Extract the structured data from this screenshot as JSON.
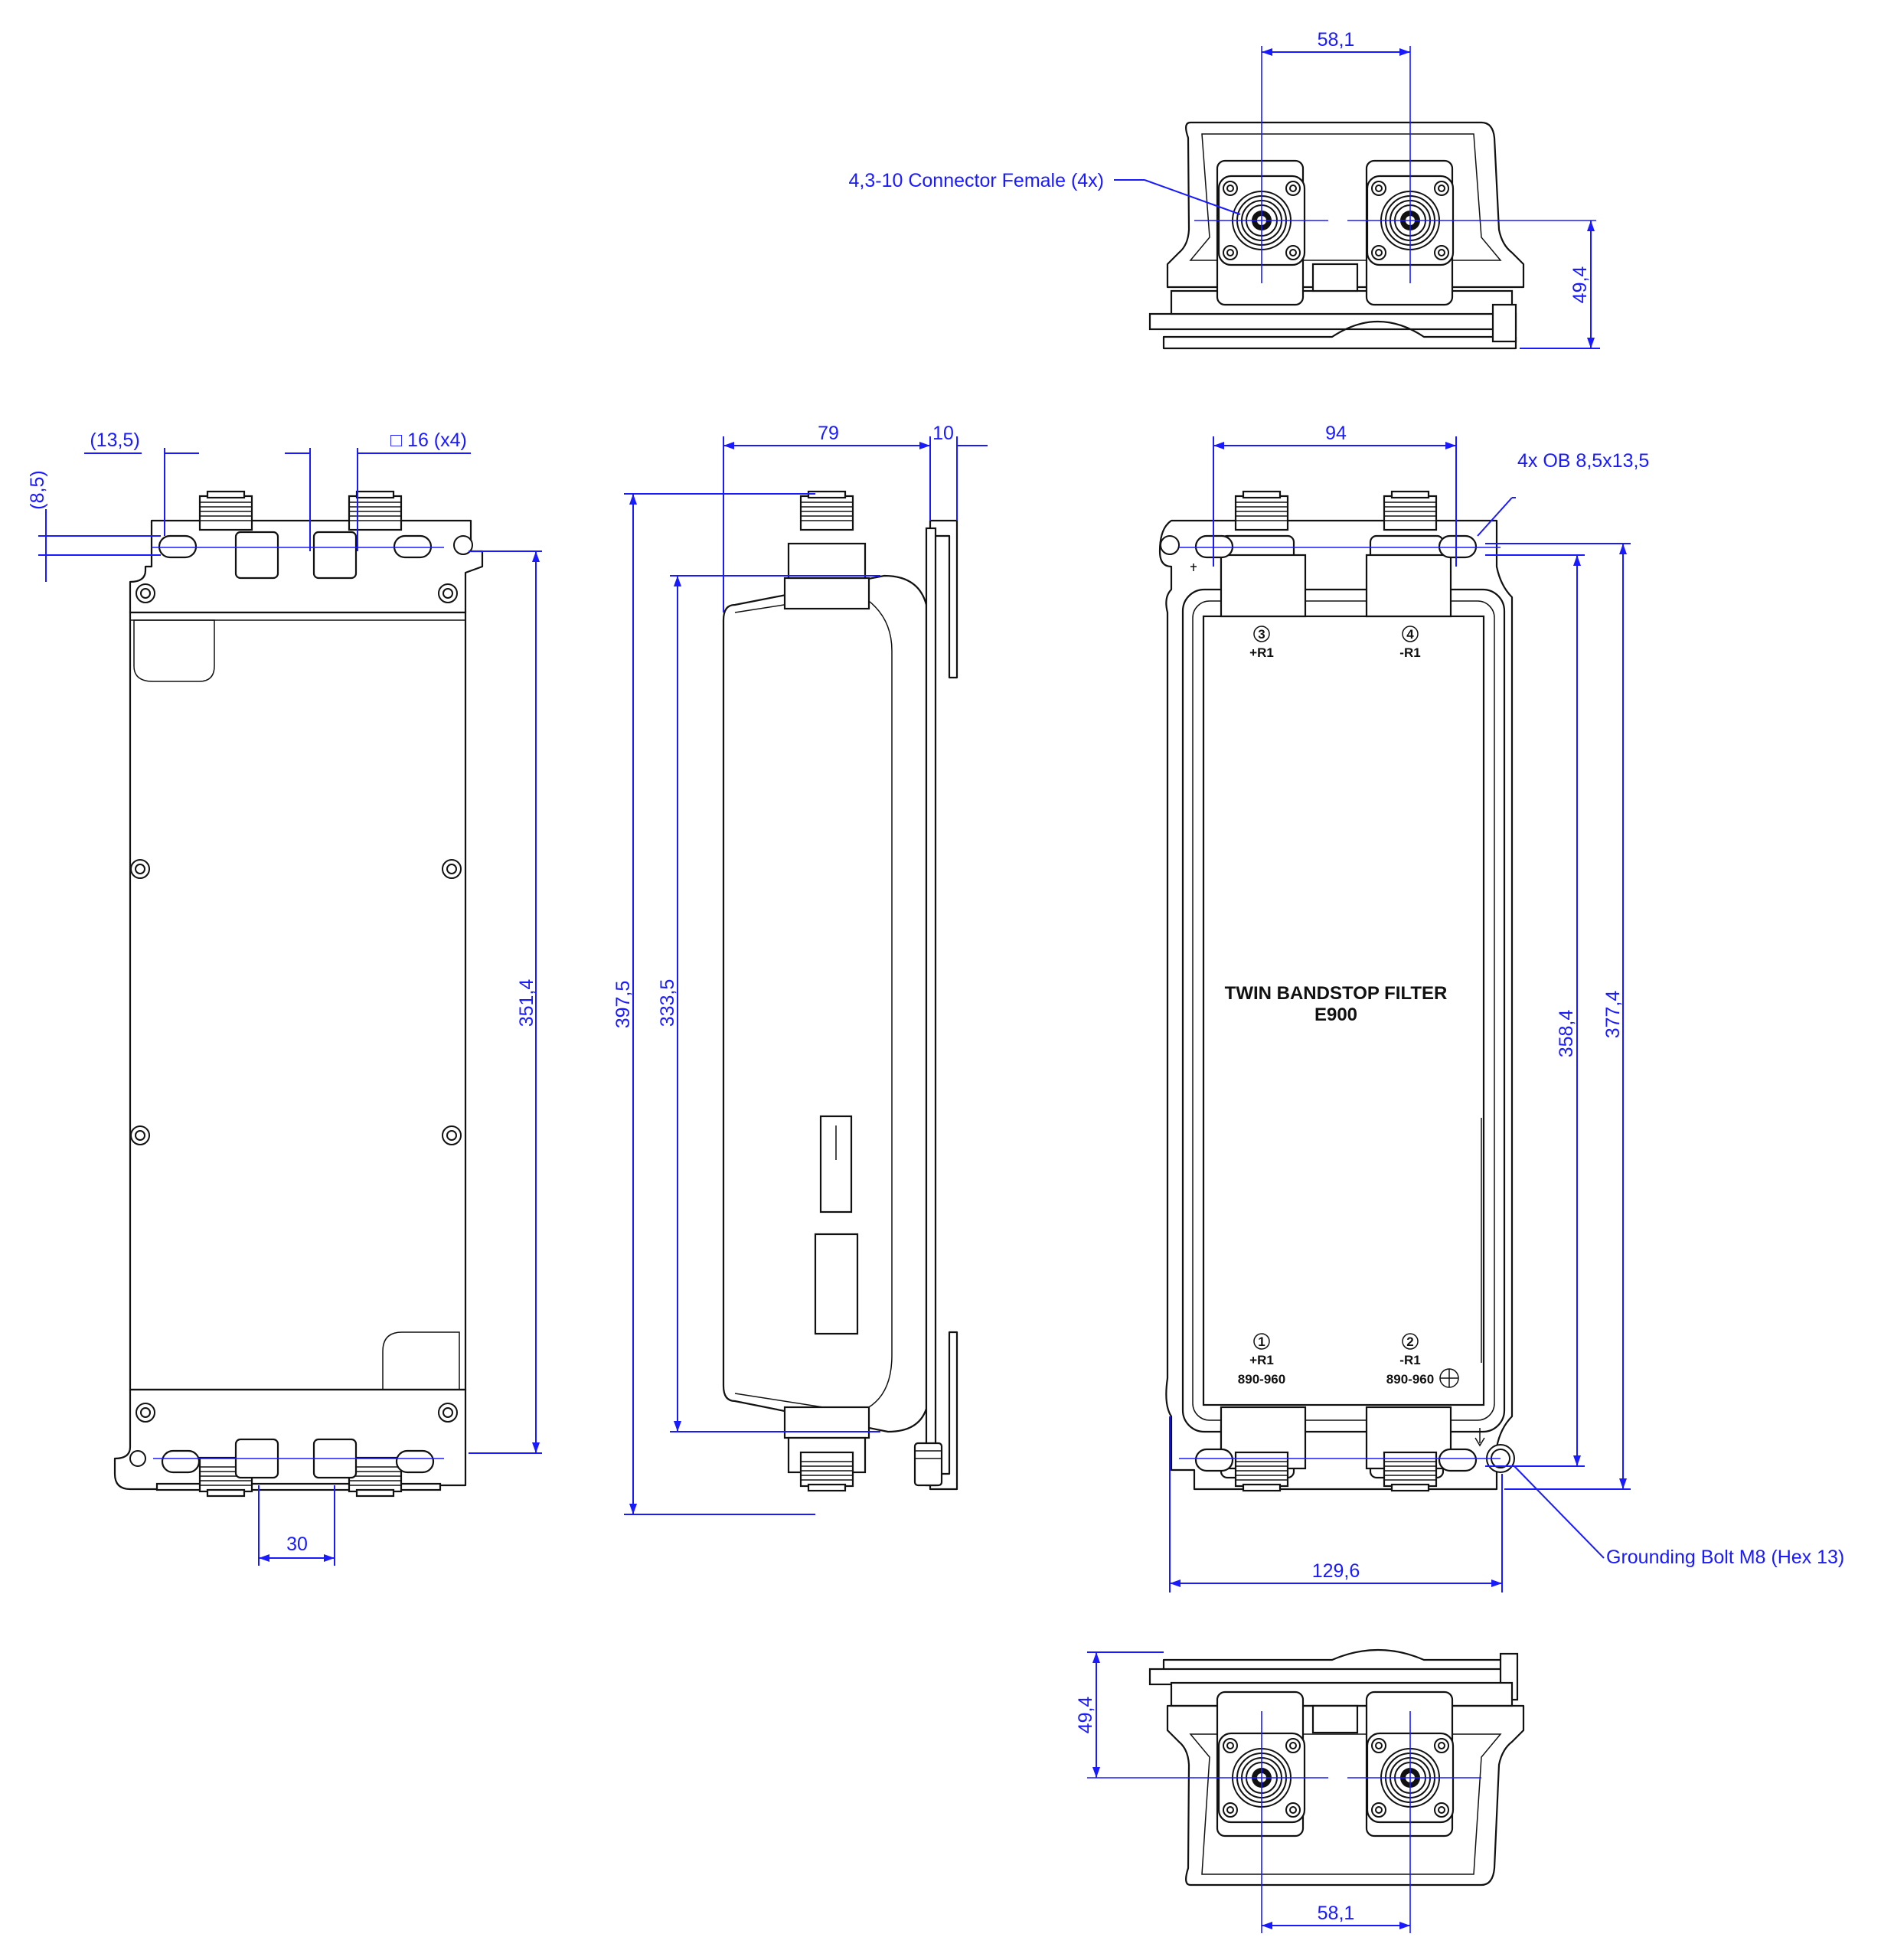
{
  "dimensions": {
    "top_view_width": "58,1",
    "top_view_height": "49,4",
    "bottom_view_width": "58,1",
    "bottom_view_height": "49,4",
    "left_offset": "(13,5)",
    "left_vertical_offset": "(8,5)",
    "square_flange": "□ 16 (x4)",
    "left_length": "351,4",
    "connector_spacing": "30",
    "side_depth": "79",
    "side_bracket": "10",
    "side_overall": "397,5",
    "side_body": "333,5",
    "front_spacing": "94",
    "front_inner": "358,4",
    "front_outer": "377,4",
    "front_width": "129,6"
  },
  "callouts": {
    "connector": "4,3-10 Connector Female (4x)",
    "mounting_holes": "4x OB 8,5x13,5",
    "grounding": "Grounding Bolt  M8 (Hex 13)"
  },
  "label": {
    "line1": "TWIN BANDSTOP FILTER",
    "line2": "E900"
  },
  "ports": [
    {
      "num": "3",
      "name": "+R1",
      "range": ""
    },
    {
      "num": "4",
      "name": "-R1",
      "range": ""
    },
    {
      "num": "1",
      "name": "+R1",
      "range": "890-960"
    },
    {
      "num": "2",
      "name": "-R1",
      "range": "890-960"
    }
  ],
  "colors": {
    "dimension": "#1a1aff",
    "outline": "#111111"
  }
}
